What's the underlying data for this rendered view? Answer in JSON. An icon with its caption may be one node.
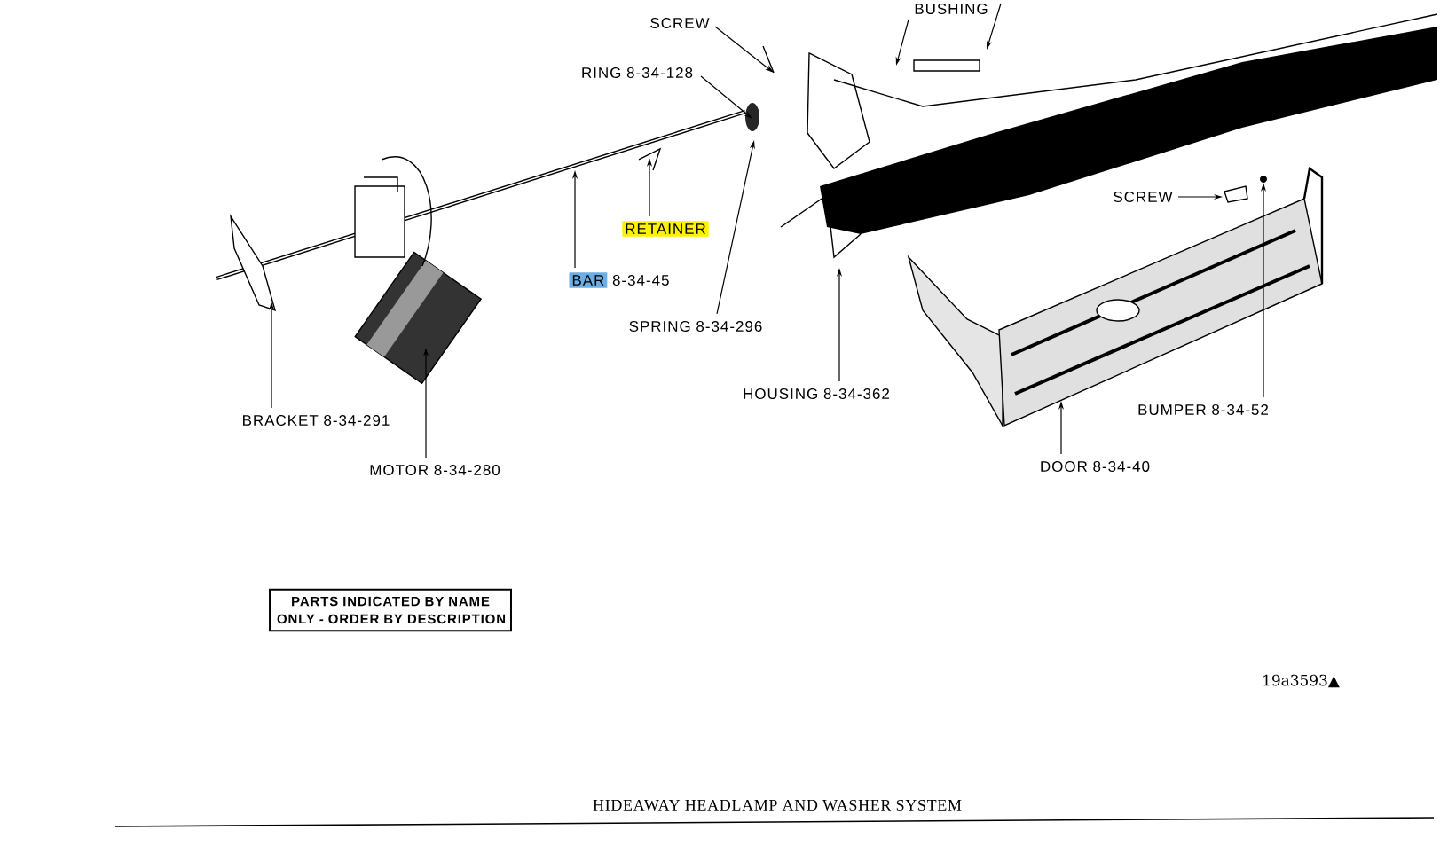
{
  "diagram": {
    "title": "HIDEAWAY HEADLAMP AND WASHER SYSTEM",
    "nodes": [
      {
        "text": [
          "SCREW"
        ]
      },
      {
        "text": [
          "BUSHING"
        ]
      },
      {
        "text": [
          "RING 8-34-128"
        ]
      },
      {
        "text": [
          "RETAINER"
        ]
      },
      {
        "text": [
          "BAR",
          "8-34-45"
        ]
      },
      {
        "text": [
          "SPRING 8-34-296"
        ]
      },
      {
        "text": [
          "HOUSING 8-34-362"
        ]
      },
      {
        "text": [
          "SCREW"
        ]
      },
      {
        "text": [
          "BRACKET 8-34-291"
        ]
      },
      {
        "text": [
          "MOTOR 8-34-280"
        ]
      },
      {
        "text": [
          "BUMPER 8-34-52"
        ]
      },
      {
        "text": [
          "DOOR 8-34-40"
        ]
      },
      {
        "text": [
          "PARTS INDICATED BY NAME ONLY - ORDER BY DESCRIPTION"
        ]
      }
    ],
    "edges": [
      {
        "from": 0,
        "to": null,
        "arrow": "to"
      },
      {
        "from": 1,
        "to": null,
        "arrow": "to"
      },
      {
        "from": 2,
        "to": null,
        "arrow": "to"
      },
      {
        "from": 3,
        "to": null,
        "arrow": "to"
      },
      {
        "from": 4,
        "to": null,
        "arrow": "to"
      },
      {
        "from": 5,
        "to": null,
        "arrow": "to"
      },
      {
        "from": 6,
        "to": null,
        "arrow": "to"
      },
      {
        "from": 7,
        "to": null,
        "arrow": "to"
      },
      {
        "from": 8,
        "to": null,
        "arrow": "to"
      },
      {
        "from": 9,
        "to": null,
        "arrow": "to"
      },
      {
        "from": 10,
        "to": null,
        "arrow": "to"
      },
      {
        "from": 11,
        "to": null,
        "arrow": "to"
      },
      {
        "from": 1,
        "to": null,
        "arrow": "to"
      }
    ],
    "labels": [
      "19a3593▲"
    ]
  }
}
